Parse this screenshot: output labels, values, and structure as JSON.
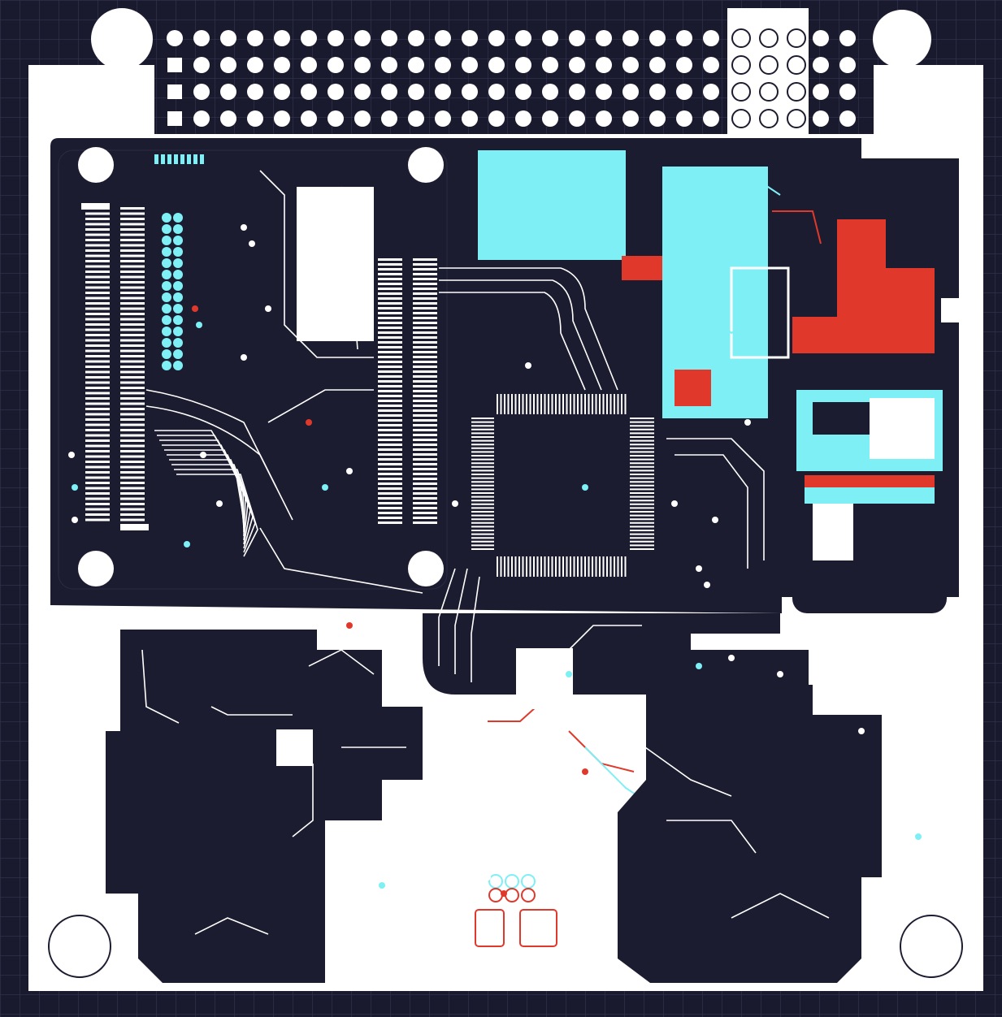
{
  "viewer": {
    "background_color": "#1a1a2e",
    "grid_color": "#3a3a5a"
  },
  "layers": {
    "copper_top": {
      "color": "#ffffff"
    },
    "copper_inner_a": {
      "color": "#7ef0f5"
    },
    "copper_inner_b": {
      "color": "#e0392b"
    },
    "board_dark": {
      "color": "#1c1c30"
    }
  },
  "regions": [
    "top-connector-header",
    "left-fpga-module",
    "center-processor",
    "top-right-rf-section",
    "right-power-module",
    "bottom-left-rf-shield",
    "bottom-center-connector",
    "bottom-right-rf-shield"
  ],
  "icons": {
    "mounting_hole": "circle-hole-icon",
    "via": "via-dot-icon",
    "ic_package": "chip-icon"
  }
}
